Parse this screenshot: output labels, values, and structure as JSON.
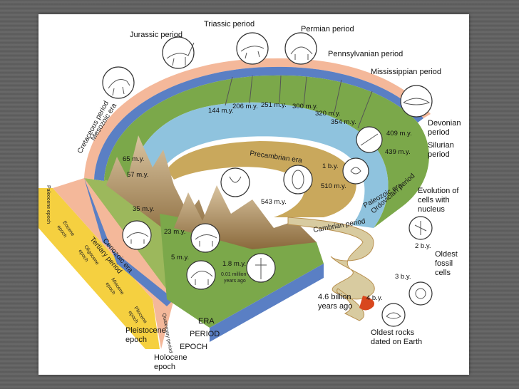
{
  "colors": {
    "outer_band": "#f4b89a",
    "era_band": "#5a7fc4",
    "epoch_band": "#f5d040",
    "land": "#7ba84a",
    "mountain": "#b08a5a",
    "water": "#8fc3de"
  },
  "periods": {
    "jurassic": "Jurassic period",
    "triassic": "Triassic period",
    "permian": "Permian period",
    "pennsylvanian": "Pennsylvanian period",
    "mississippian": "Mississippian period",
    "devonian_1": "Devonian",
    "devonian_2": "period",
    "silurian_1": "Silurian",
    "silurian_2": "period",
    "cretaceous": "Cretaceous period",
    "ordovician": "Ordovician period",
    "cambrian": "Cambrian period",
    "tertiary": "Tertiary period",
    "quaternary": "Quaternary period"
  },
  "eras": {
    "mesozoic": "Mesozoic era",
    "paleozoic": "Paleozoic era",
    "cenozoic": "Cenozoic era",
    "precambrian": "Precambrian era"
  },
  "epochs": {
    "paleocene": "Paleocene epoch",
    "eocene_1": "Eocene",
    "eocene_2": "epoch",
    "oligocene_1": "Oligocene",
    "oligocene_2": "epoch",
    "miocene_1": "Miocene",
    "miocene_2": "epoch",
    "pliocene_1": "Pliocene",
    "pliocene_2": "epoch",
    "pleistocene_1": "Pleistocene",
    "pleistocene_2": "epoch",
    "holocene_1": "Holocene",
    "holocene_2": "epoch"
  },
  "legend": {
    "era": "ERA",
    "period": "PERIOD",
    "epoch": "EPOCH"
  },
  "ages": {
    "a144": "144 m.y.",
    "a206": "206 m.y.",
    "a251": "251 m.y.",
    "a300": "300 m.y.",
    "a320": "320 m.y.",
    "a354": "354 m.y.",
    "a409": "409 m.y.",
    "a439": "439 m.y.",
    "a65": "65 m.y.",
    "a57": "57 m.y.",
    "a35": "35 m.y.",
    "a23": "23 m.y.",
    "a5": "5 m.y.",
    "a1_8": "1.8 m.y.",
    "a0_01_1": "0.01 million",
    "a0_01_2": "years ago",
    "a1by": "1 b.y.",
    "a510": "510 m.y.",
    "a543": "543 m.y.",
    "a2by": "2 b.y.",
    "a3by": "3 b.y.",
    "a4by": "4 b.y.",
    "a46_1": "4.6 billion",
    "a46_2": "years ago"
  },
  "notes": {
    "nucleus_1": "Evolution of",
    "nucleus_2": "cells with",
    "nucleus_3": "nucleus",
    "fossil_1": "Oldest",
    "fossil_2": "fossil",
    "fossil_3": "cells",
    "rocks_1": "Oldest rocks",
    "rocks_2": "dated on Earth"
  }
}
